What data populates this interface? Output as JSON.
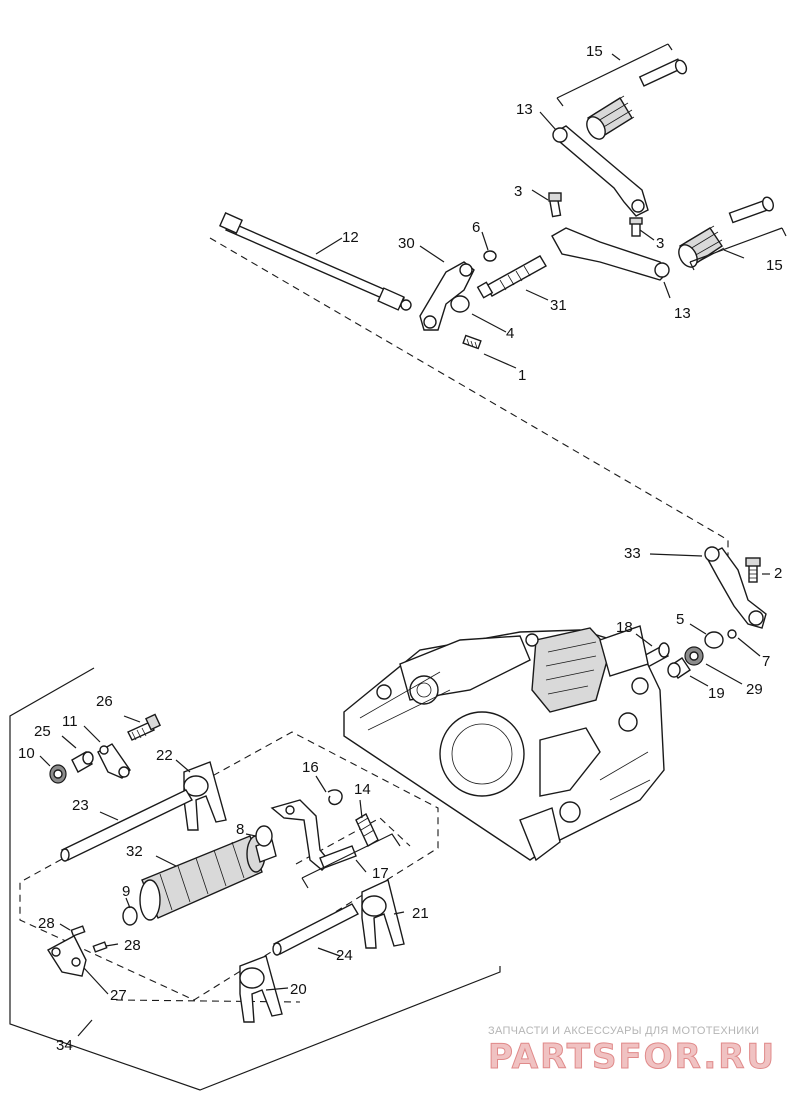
{
  "callouts": [
    {
      "id": "c15a",
      "text": "15"
    },
    {
      "id": "c13a",
      "text": "13"
    },
    {
      "id": "c3a",
      "text": "3"
    },
    {
      "id": "c3b",
      "text": "3"
    },
    {
      "id": "c6",
      "text": "6"
    },
    {
      "id": "c12",
      "text": "12"
    },
    {
      "id": "c30",
      "text": "30"
    },
    {
      "id": "c15b",
      "text": "15"
    },
    {
      "id": "c31",
      "text": "31"
    },
    {
      "id": "c13b",
      "text": "13"
    },
    {
      "id": "c4",
      "text": "4"
    },
    {
      "id": "c1",
      "text": "1"
    },
    {
      "id": "c33",
      "text": "33"
    },
    {
      "id": "c2",
      "text": "2"
    },
    {
      "id": "c18",
      "text": "18"
    },
    {
      "id": "c5",
      "text": "5"
    },
    {
      "id": "c7",
      "text": "7"
    },
    {
      "id": "c19",
      "text": "19"
    },
    {
      "id": "c29",
      "text": "29"
    },
    {
      "id": "c26",
      "text": "26"
    },
    {
      "id": "c25",
      "text": "25"
    },
    {
      "id": "c11",
      "text": "11"
    },
    {
      "id": "c10",
      "text": "10"
    },
    {
      "id": "c22",
      "text": "22"
    },
    {
      "id": "c16",
      "text": "16"
    },
    {
      "id": "c14",
      "text": "14"
    },
    {
      "id": "c23",
      "text": "23"
    },
    {
      "id": "c8",
      "text": "8"
    },
    {
      "id": "c32",
      "text": "32"
    },
    {
      "id": "c17",
      "text": "17"
    },
    {
      "id": "c9",
      "text": "9"
    },
    {
      "id": "c21",
      "text": "21"
    },
    {
      "id": "c28a",
      "text": "28"
    },
    {
      "id": "c28b",
      "text": "28"
    },
    {
      "id": "c24",
      "text": "24"
    },
    {
      "id": "c27",
      "text": "27"
    },
    {
      "id": "c20",
      "text": "20"
    },
    {
      "id": "c34",
      "text": "34"
    }
  ],
  "watermark": {
    "tagline": "ЗАПЧАСТИ И АКСЕССУАРЫ ДЛЯ МОТОТЕХНИКИ",
    "brand": "PARTSFOR.RU"
  }
}
